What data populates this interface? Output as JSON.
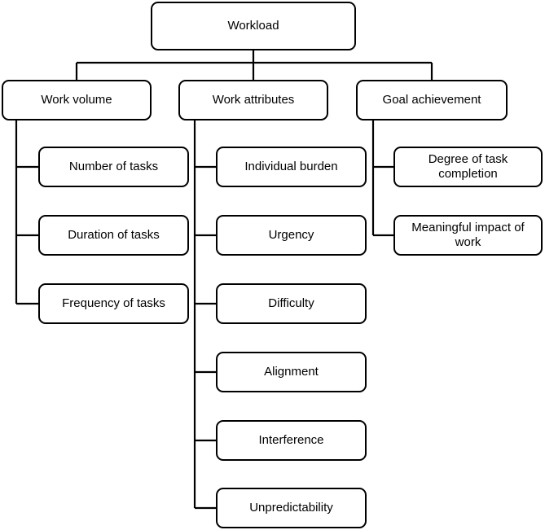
{
  "diagram": {
    "root": {
      "label": "Workload"
    },
    "categories": [
      {
        "label": "Work volume",
        "items": [
          "Number of tasks",
          "Duration of tasks",
          "Frequency of tasks"
        ]
      },
      {
        "label": "Work attributes",
        "items": [
          "Individual burden",
          "Urgency",
          "Difficulty",
          "Alignment",
          "Interference",
          "Unpredictability"
        ]
      },
      {
        "label": "Goal achievement",
        "items": [
          "Degree of task completion",
          "Meaningful impact of work"
        ]
      }
    ]
  },
  "colors": {
    "line": "#000000",
    "box_fill": "#ffffff",
    "background": "#ffffff"
  }
}
